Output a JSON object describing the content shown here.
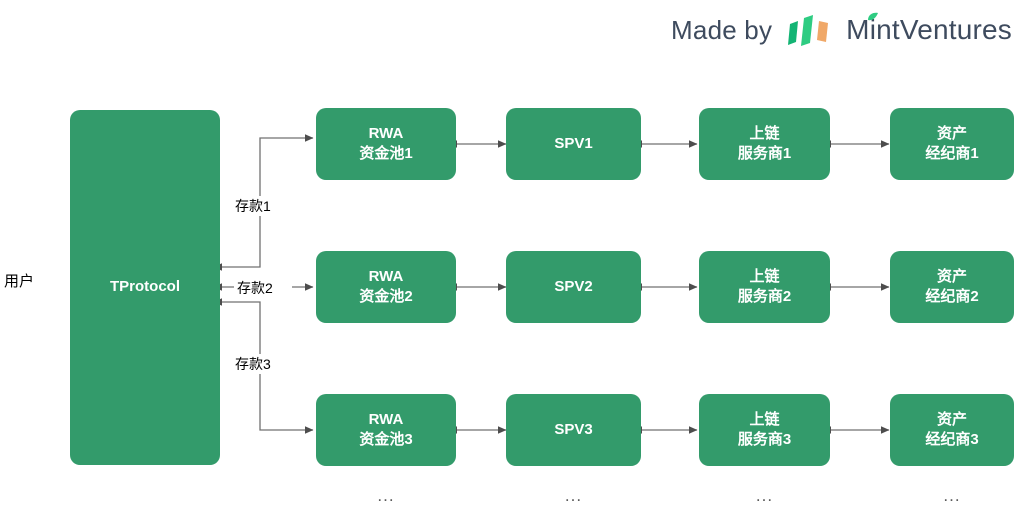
{
  "branding": {
    "made_by_text": "Made by",
    "brand_name_part1": "Mint",
    "brand_name_part2": "Ventures",
    "logo_icon": "mint-ventures-bars-icon",
    "colors": {
      "text": "#3e4b5e",
      "green": "#2ecc82",
      "green_dark": "#13b474",
      "orange": "#f0a868"
    }
  },
  "diagram": {
    "type": "flow-diagram",
    "accent_color": "#339B6B",
    "node_text_color": "#ffffff",
    "connector_color": "#666666",
    "actor_label": "用户",
    "protocol": {
      "label": "TProtocol"
    },
    "deposit_labels": [
      "存款1",
      "存款2",
      "存款3"
    ],
    "columns": [
      {
        "key": "rwa-pool",
        "ellipsis": "..."
      },
      {
        "key": "spv",
        "ellipsis": "..."
      },
      {
        "key": "onchain-service",
        "ellipsis": "..."
      },
      {
        "key": "asset-broker",
        "ellipsis": "..."
      }
    ],
    "rows": [
      {
        "index": 1,
        "rwa_pool_line1": "RWA",
        "rwa_pool_line2": "资金池1",
        "spv": "SPV1",
        "onchain_line1": "上链",
        "onchain_line2": "服务商1",
        "broker_line1": "资产",
        "broker_line2": "经纪商1"
      },
      {
        "index": 2,
        "rwa_pool_line1": "RWA",
        "rwa_pool_line2": "资金池2",
        "spv": "SPV2",
        "onchain_line1": "上链",
        "onchain_line2": "服务商2",
        "broker_line1": "资产",
        "broker_line2": "经纪商2"
      },
      {
        "index": 3,
        "rwa_pool_line1": "RWA",
        "rwa_pool_line2": "资金池3",
        "spv": "SPV3",
        "onchain_line1": "上链",
        "onchain_line2": "服务商3",
        "broker_line1": "资产",
        "broker_line2": "经纪商3"
      }
    ]
  }
}
